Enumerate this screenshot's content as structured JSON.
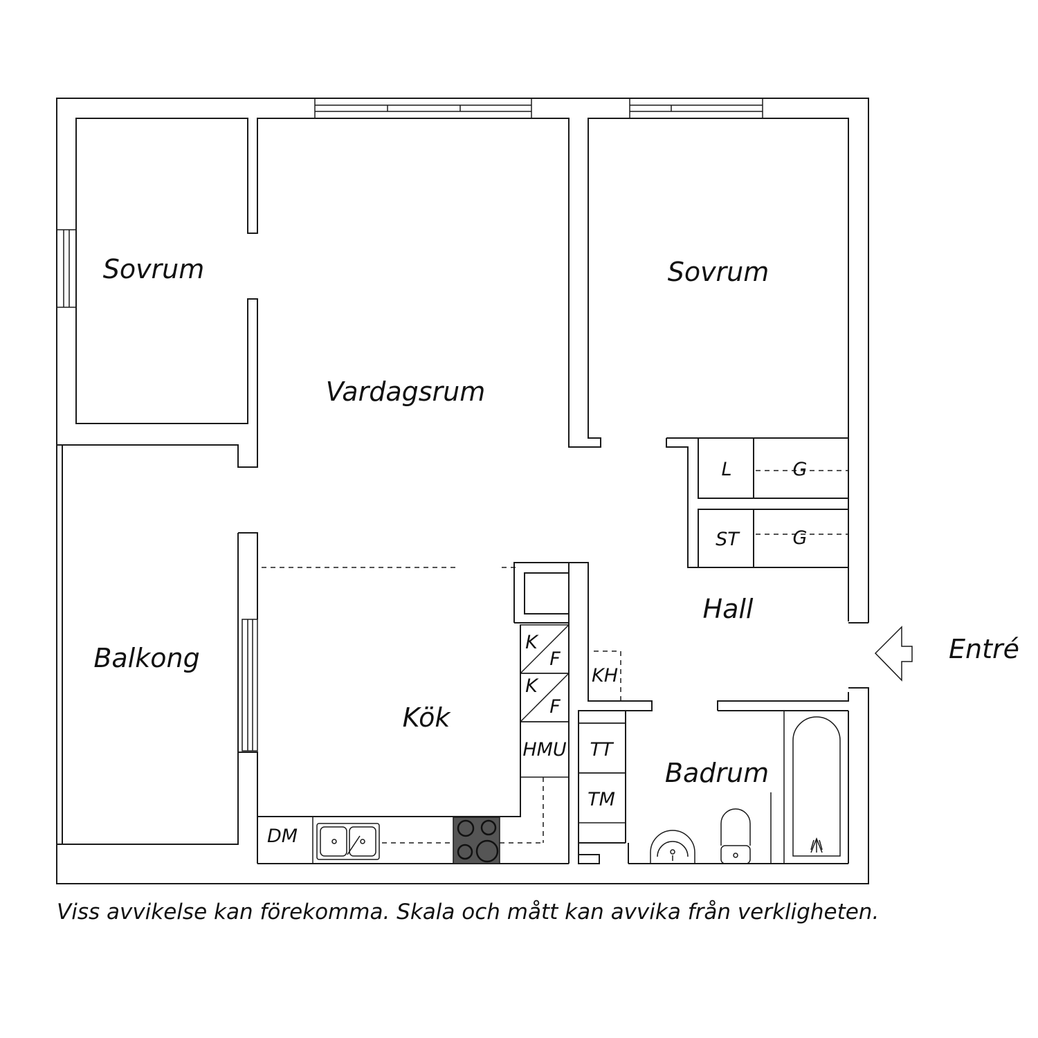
{
  "rooms": {
    "bedroom_left": "Sovrum",
    "bedroom_right": "Sovrum",
    "living_room": "Vardagsrum",
    "balcony": "Balkong",
    "kitchen": "Kök",
    "hall": "Hall",
    "bathroom": "Badrum"
  },
  "entrance_label": "Entré",
  "fixtures": {
    "closet_l": "L",
    "closet_g1": "G",
    "closet_st": "ST",
    "closet_g2": "G",
    "fridge1_k": "K",
    "fridge1_f": "F",
    "fridge2_k": "K",
    "fridge2_f": "F",
    "microwave": "HMU",
    "dishwasher": "DM",
    "coat_rack": "KH",
    "dryer": "TT",
    "washer": "TM"
  },
  "disclaimer": "Viss avvikelse kan förekomma. Skala och mått kan avvika från verkligheten."
}
